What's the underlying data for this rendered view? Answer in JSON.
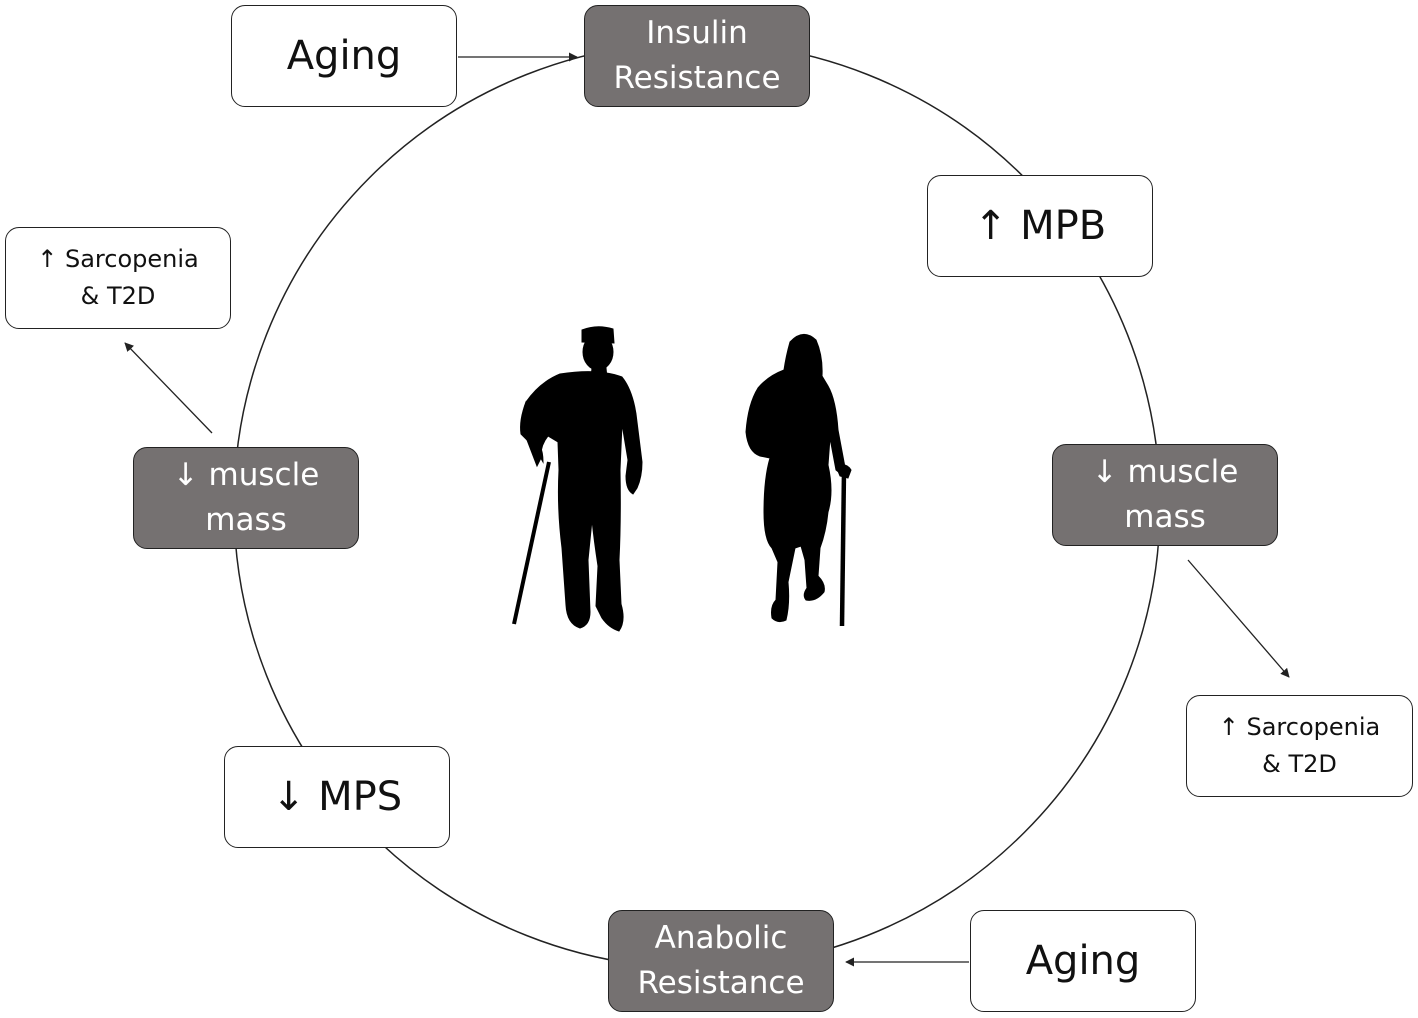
{
  "nodes": {
    "aging_top": {
      "label": "Aging"
    },
    "insulin_resistance": {
      "line1": "Insulin",
      "line2": "Resistance"
    },
    "mpb_up": {
      "label": "↑ MPB"
    },
    "muscle_mass_right": {
      "line1": "↓ muscle",
      "line2": "mass"
    },
    "sarcopenia_right": {
      "line1": "↑ Sarcopenia",
      "line2": "& T2D"
    },
    "anabolic_resistance": {
      "line1": "Anabolic",
      "line2": "Resistance"
    },
    "aging_bottom": {
      "label": "Aging"
    },
    "mps_down": {
      "label": "↓ MPS"
    },
    "muscle_mass_left": {
      "line1": "↓ muscle",
      "line2": "mass"
    },
    "sarcopenia_left": {
      "line1": "↑ Sarcopenia",
      "line2": "& T2D"
    }
  },
  "center_illustration": "elderly-couple-with-canes-silhouette",
  "colors": {
    "dark_box": "#757171",
    "light_box": "#ffffff",
    "stroke": "#222222",
    "silhouette": "#000000"
  }
}
